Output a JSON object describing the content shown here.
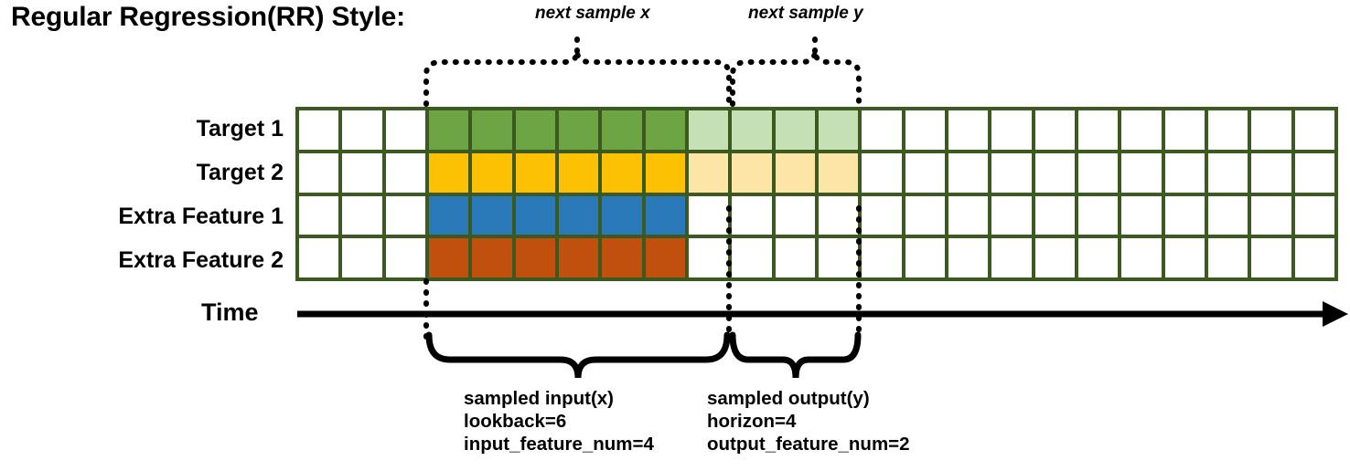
{
  "title": "Regular Regression(RR) Style:",
  "top_labels": {
    "x": "next sample x",
    "y": "next sample y"
  },
  "row_labels": [
    "Target 1",
    "Target 2",
    "Extra Feature 1",
    "Extra Feature 2"
  ],
  "axis": {
    "time_label": "Time"
  },
  "colors": {
    "grid_border": "#3c5a1f",
    "empty_cell": "#ffffff",
    "target1_input": "#6da544",
    "target1_output": "#c5e0b4",
    "target2_input": "#fbc102",
    "target2_output": "#fde5a8",
    "extra1_input": "#2a7ab9",
    "extra2_input": "#c1500f",
    "annotation": "#000000"
  },
  "grid": {
    "total_columns": 24,
    "lead_empty_columns": 3,
    "lookback_columns": 6,
    "horizon_columns": 4,
    "trailing_empty_columns": 11,
    "rows": [
      {
        "name": "Target 1",
        "cells": [
          "empty",
          "empty",
          "empty",
          "input",
          "input",
          "input",
          "input",
          "input",
          "input",
          "output",
          "output",
          "output",
          "output",
          "empty",
          "empty",
          "empty",
          "empty",
          "empty",
          "empty",
          "empty",
          "empty",
          "empty",
          "empty",
          "empty"
        ],
        "input_color": "#6da544",
        "output_color": "#c5e0b4"
      },
      {
        "name": "Target 2",
        "cells": [
          "empty",
          "empty",
          "empty",
          "input",
          "input",
          "input",
          "input",
          "input",
          "input",
          "output",
          "output",
          "output",
          "output",
          "empty",
          "empty",
          "empty",
          "empty",
          "empty",
          "empty",
          "empty",
          "empty",
          "empty",
          "empty",
          "empty"
        ],
        "input_color": "#fbc102",
        "output_color": "#fde5a8"
      },
      {
        "name": "Extra Feature 1",
        "cells": [
          "empty",
          "empty",
          "empty",
          "input",
          "input",
          "input",
          "input",
          "input",
          "input",
          "empty",
          "empty",
          "empty",
          "empty",
          "empty",
          "empty",
          "empty",
          "empty",
          "empty",
          "empty",
          "empty",
          "empty",
          "empty",
          "empty",
          "empty"
        ],
        "input_color": "#2a7ab9",
        "output_color": "#ffffff"
      },
      {
        "name": "Extra Feature 2",
        "cells": [
          "empty",
          "empty",
          "empty",
          "input",
          "input",
          "input",
          "input",
          "input",
          "input",
          "empty",
          "empty",
          "empty",
          "empty",
          "empty",
          "empty",
          "empty",
          "empty",
          "empty",
          "empty",
          "empty",
          "empty",
          "empty",
          "empty",
          "empty"
        ],
        "input_color": "#c1500f",
        "output_color": "#ffffff"
      }
    ]
  },
  "bottom_notes": {
    "input": {
      "line1": "sampled input(x)",
      "line2": "lookback=6",
      "line3": "input_feature_num=4"
    },
    "output": {
      "line1": "sampled output(y)",
      "line2": "horizon=4",
      "line3": "output_feature_num=2"
    }
  }
}
